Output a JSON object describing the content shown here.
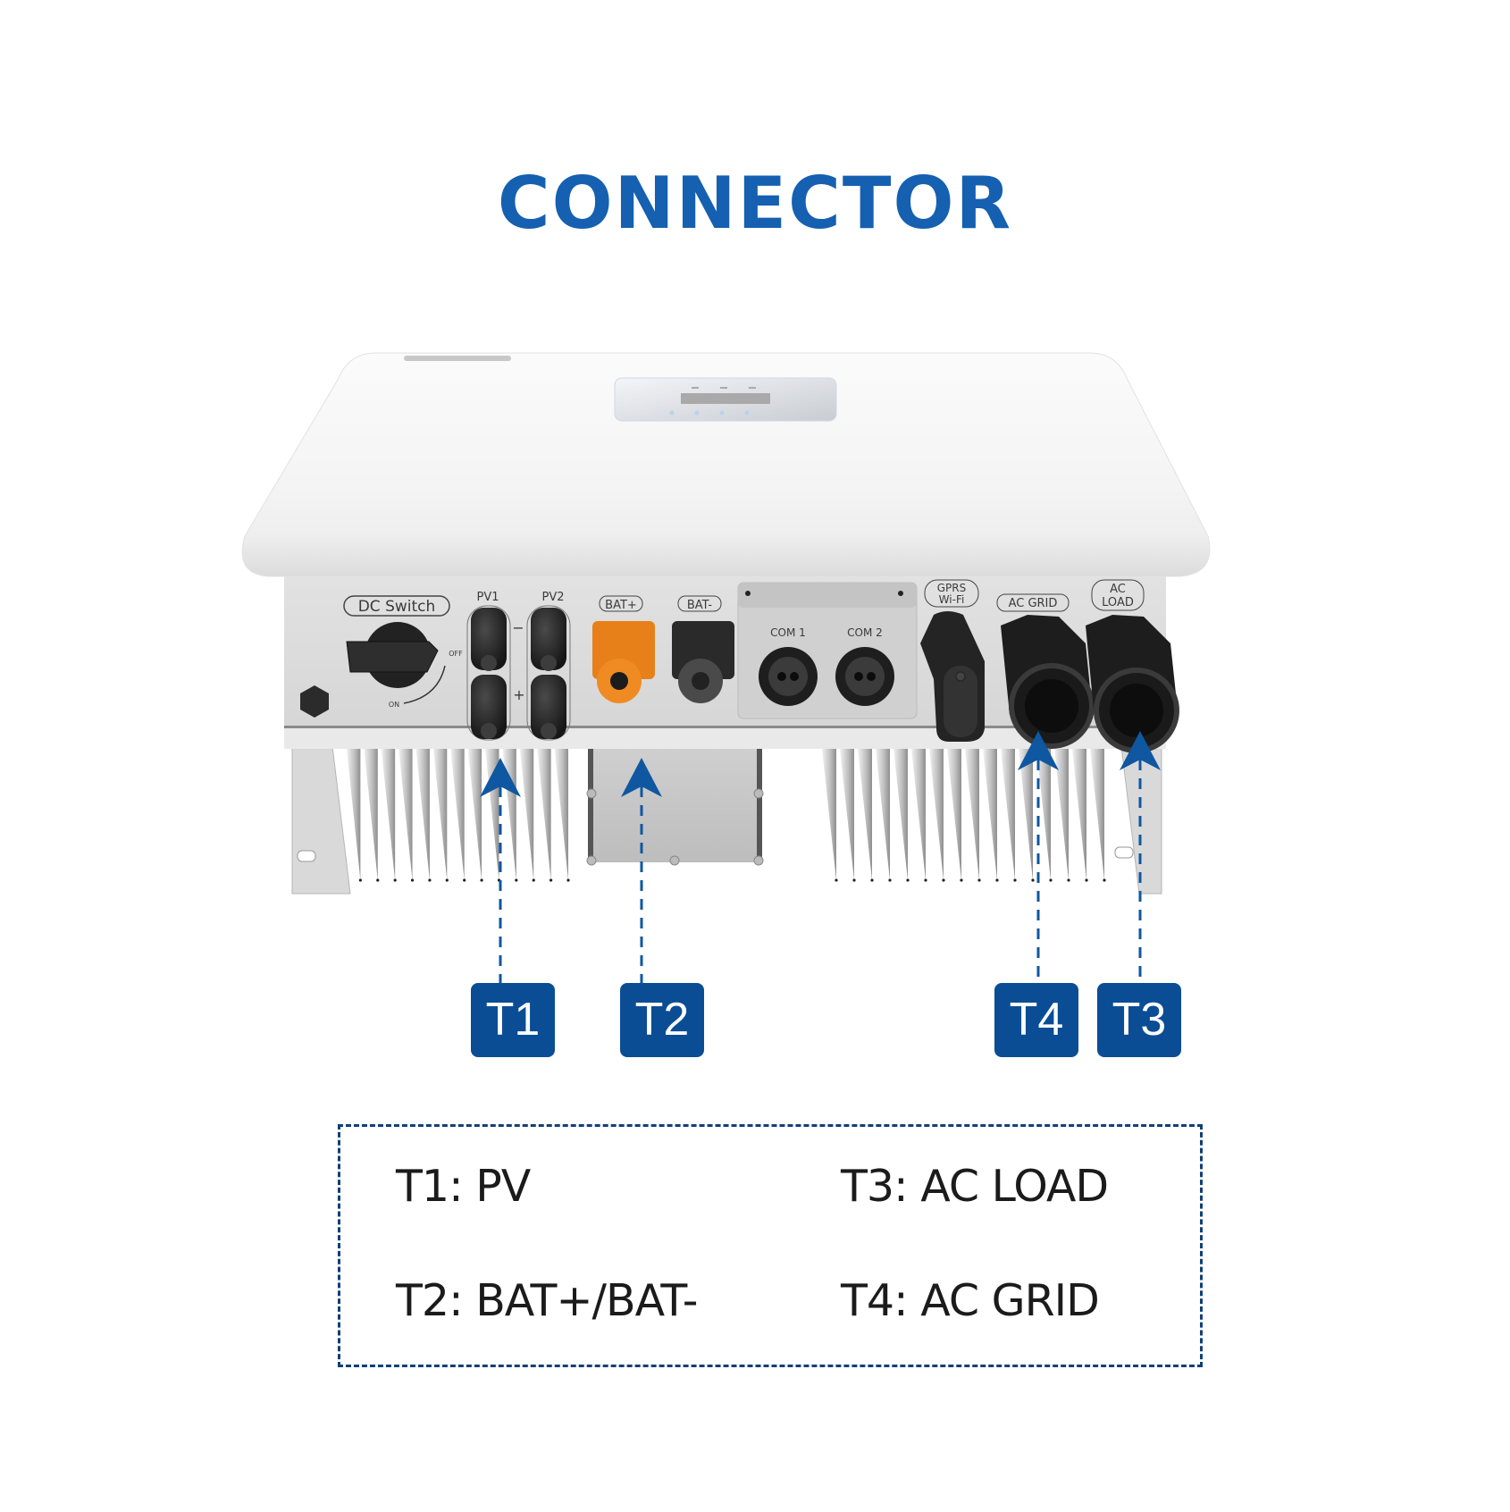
{
  "title": "CONNECTOR",
  "colors": {
    "title": "#1560b0",
    "callout_box": "#0a4d94",
    "arrow": "#0f57a0",
    "legend_border": "#123f78",
    "bat_plus": "#e8801a"
  },
  "device": {
    "brand_text": "",
    "panel_labels": {
      "dc_switch": "DC  Switch",
      "switch_off": "OFF",
      "switch_on": "ON",
      "pv1": "PV1",
      "pv2": "PV2",
      "minus": "−",
      "plus": "+",
      "bat_plus": "BAT+",
      "bat_minus": "BAT-",
      "com1": "COM  1",
      "com2": "COM  2",
      "gprs_line1": "GPRS",
      "gprs_line2": "Wi-Fi",
      "ac_grid": "AC  GRID",
      "ac_load_line1": "AC",
      "ac_load_line2": "LOAD"
    }
  },
  "callouts": [
    {
      "id": "T1",
      "label": "T1",
      "target": "PV1/PV2"
    },
    {
      "id": "T2",
      "label": "T2",
      "target": "BAT+/BAT-"
    },
    {
      "id": "T4",
      "label": "T4",
      "target": "AC GRID"
    },
    {
      "id": "T3",
      "label": "T3",
      "target": "AC LOAD"
    }
  ],
  "legend": {
    "left": [
      {
        "text": "T1: PV"
      },
      {
        "text": "T2: BAT+/BAT-"
      }
    ],
    "right": [
      {
        "text": "T3: AC LOAD"
      },
      {
        "text": "T4: AC GRID"
      }
    ]
  }
}
